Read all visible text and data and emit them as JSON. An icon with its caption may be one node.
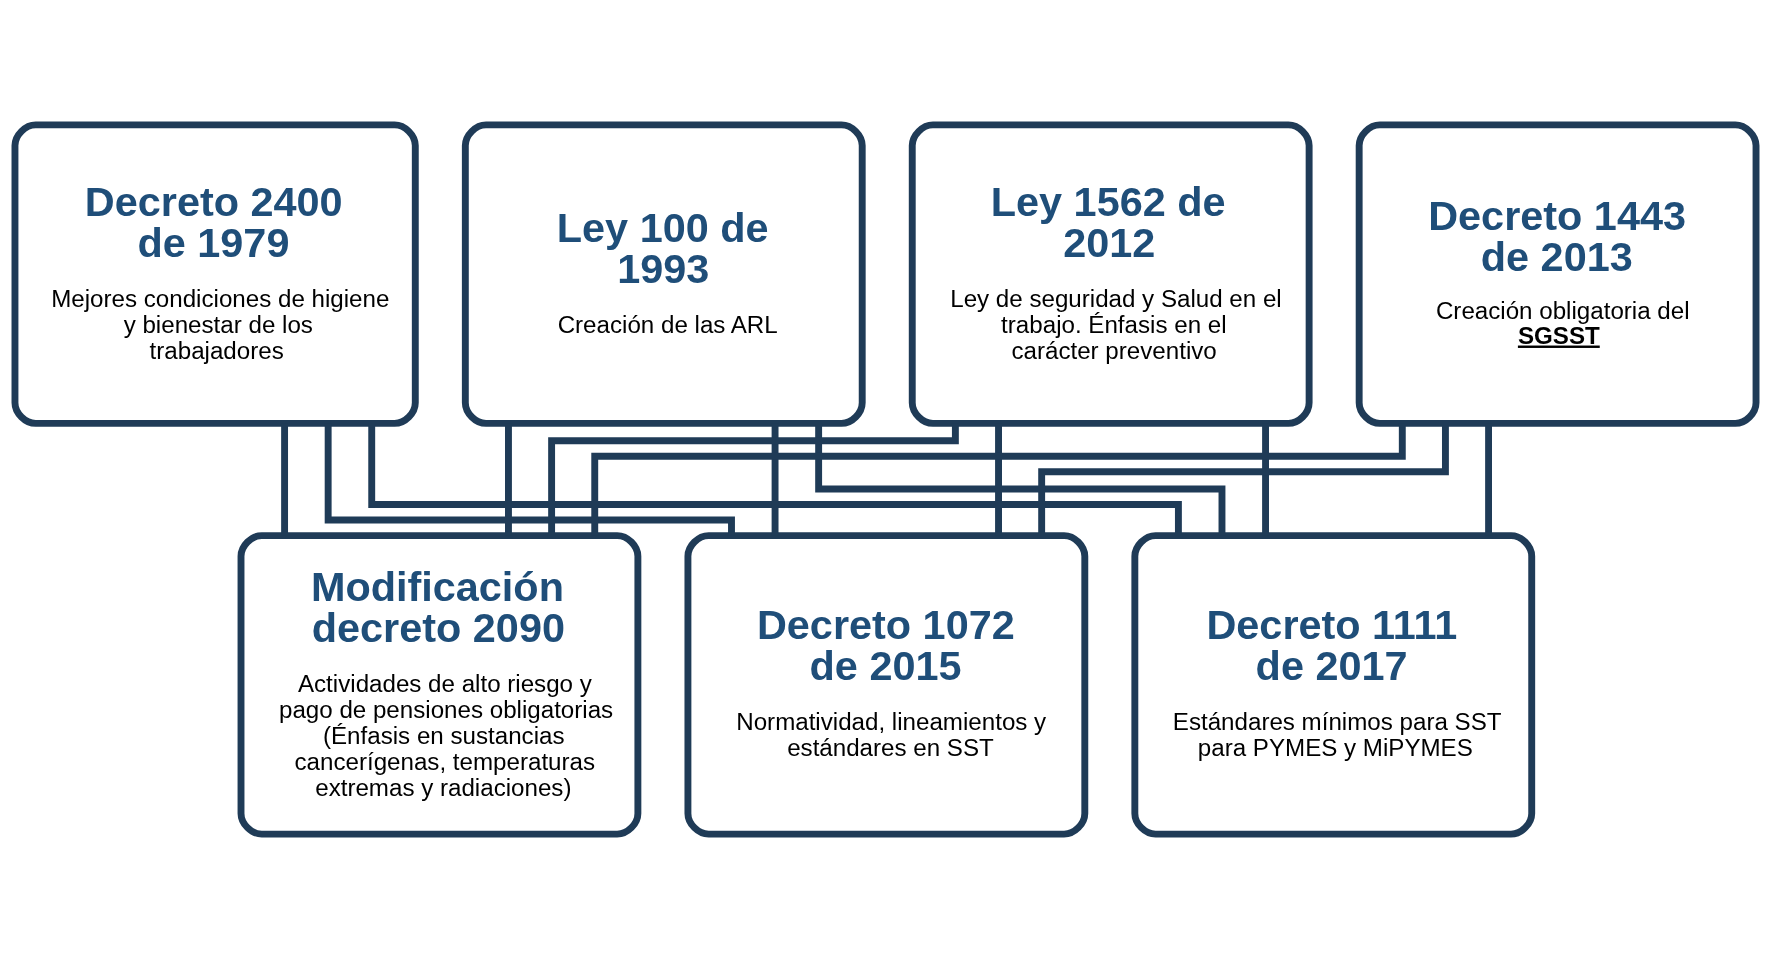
{
  "diagram": {
    "nodes": [
      {
        "text": [
          "Decreto 2400 de 1979",
          "Mejores condiciones de higiene y bienestar de los trabajadores"
        ]
      },
      {
        "text": [
          "Ley 100 de 1993",
          "Creación de las ARL"
        ]
      },
      {
        "text": [
          "Ley 1562 de 2012",
          "Ley de seguridad y Salud en el trabajo. Énfasis en el carácter preventivo"
        ]
      },
      {
        "text": [
          "Decreto 1443 de 2013",
          "Creación obligatoria del **SGSST**"
        ]
      },
      {
        "text": [
          "Modificación decreto 2090",
          "Actividades de alto riesgo y pago de pensiones obligatorias (Énfasis en sustancias cancerígenas, temperaturas extremas y radiaciones)"
        ]
      },
      {
        "text": [
          "Decreto 1072 de 2015",
          "Normatividad, lineamientos y estándares en SST"
        ]
      },
      {
        "text": [
          "Decreto 1111 de 2017",
          "Estándares mínimos para SST para PYMES y MiPYMES"
        ]
      }
    ],
    "edges": [
      {
        "from": 0,
        "to": 4,
        "arrow": "none"
      },
      {
        "from": 0,
        "to": 5,
        "arrow": "none"
      },
      {
        "from": 0,
        "to": 6,
        "arrow": "none"
      },
      {
        "from": 1,
        "to": 4,
        "arrow": "none"
      },
      {
        "from": 1,
        "to": 5,
        "arrow": "none"
      },
      {
        "from": 1,
        "to": 6,
        "arrow": "none"
      },
      {
        "from": 2,
        "to": 4,
        "arrow": "none"
      },
      {
        "from": 2,
        "to": 5,
        "arrow": "none"
      },
      {
        "from": 2,
        "to": 6,
        "arrow": "none"
      },
      {
        "from": 3,
        "to": 4,
        "arrow": "none"
      },
      {
        "from": 3,
        "to": 5,
        "arrow": "none"
      },
      {
        "from": 3,
        "to": 6,
        "arrow": "none"
      }
    ]
  }
}
